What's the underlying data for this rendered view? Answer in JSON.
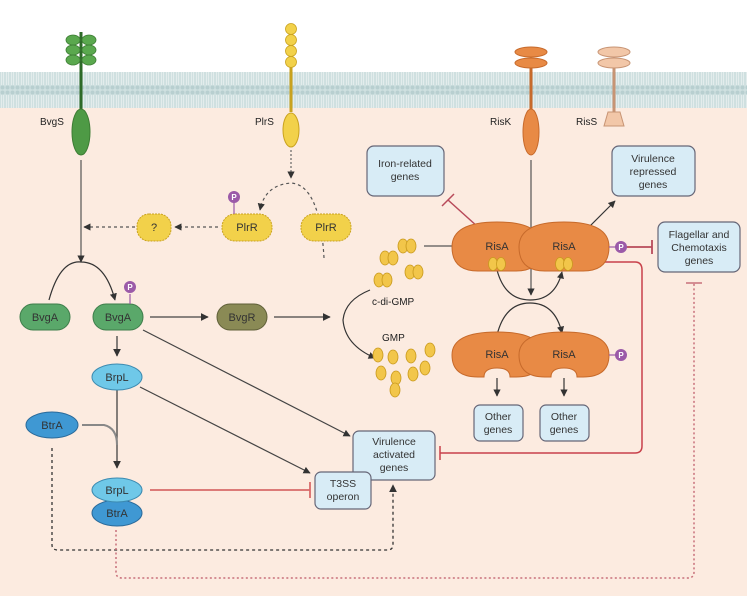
{
  "membrane_proteins": {
    "bvgs": "BvgS",
    "plrs": "PlrS",
    "risk": "RisK",
    "riss": "RisS"
  },
  "nodes": {
    "plrr_p": "PlrR",
    "plrr": "PlrR",
    "unknown": "?",
    "bvga": "BvgA",
    "bvga_p": "BvgA",
    "bvgr": "BvgR",
    "brpl": "BrpL",
    "btra": "BtrA",
    "complex_brpl": "BrpL",
    "complex_btra": "BtrA",
    "risa_1": "RisA",
    "risa_2": "RisA",
    "risa_3": "RisA",
    "risa_4": "RisA",
    "phospho": "P"
  },
  "molecules": {
    "cdigmp": "c-di-GMP",
    "gmp": "GMP"
  },
  "gene_boxes": {
    "iron": [
      "Iron-related",
      "genes"
    ],
    "virulence_repressed": [
      "Virulence",
      "repressed",
      "genes"
    ],
    "flagellar": [
      "Flagellar and",
      "Chemotaxis",
      "genes"
    ],
    "virulence_activated": [
      "Virulence",
      "activated",
      "genes"
    ],
    "t3ss": [
      "T3SS",
      "operon"
    ],
    "other_1": [
      "Other",
      "genes"
    ],
    "other_2": [
      "Other",
      "genes"
    ]
  },
  "colors": {
    "cytoplasm": "#fcebe0",
    "membrane": "#cfe0e0",
    "bvg_green": "#4e9a45",
    "plr_yellow": "#f2d14a",
    "ris_orange": "#e88a45",
    "riss_peach": "#f2c7a8",
    "brp_blue": "#6fc8e8",
    "btr_blue": "#3f98d3",
    "bvgr_olive": "#8a8a55",
    "phospho_purple": "#9b5aa8",
    "gene_box": "#d8ecf6",
    "inhibit_red": "#c8404a"
  }
}
